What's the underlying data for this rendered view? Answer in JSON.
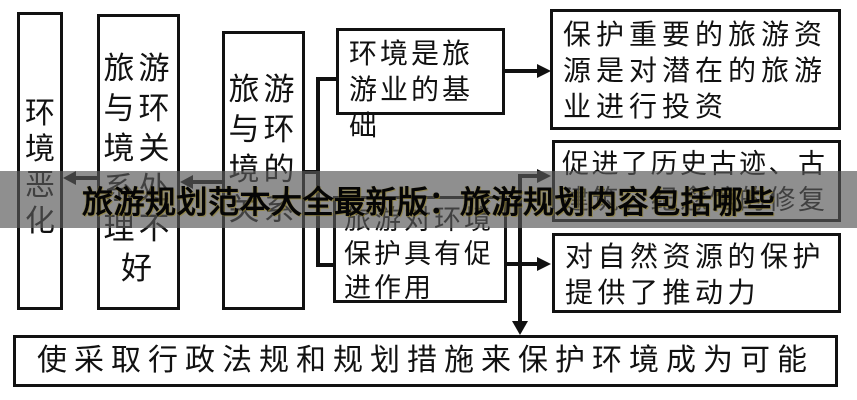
{
  "banner": {
    "text": "旅游规划范本大全最新版：旅游规划内容包括哪些",
    "bg_color": "rgba(88,88,88,0.67)",
    "text_color": "#050505"
  },
  "colors": {
    "line": "#111111",
    "background": "#ffffff",
    "box_border": "#111111"
  },
  "boxes": {
    "env_deterioration": {
      "text": "环境恶化"
    },
    "relation_handled_badly": {
      "text": "旅游与环境关系处理不好"
    },
    "tourism_env_relation": {
      "text": "旅游与环境的关系"
    },
    "env_is_basis": {
      "text": "环境是旅游业的基础"
    },
    "tourism_promotes_protection": {
      "text": "旅游对环境保护具有促进作用"
    },
    "protect_resources_investment": {
      "text": "保护重要的旅游资源是对潜在的旅游业进行投资"
    },
    "promote_monument_restoration": {
      "text": "促进了历史古迹、古建筑、纪念馆的修复"
    },
    "natural_resource_protection": {
      "text": "对自然资源的保护提供了推动力"
    },
    "admin_regulations_possible": {
      "text": "使采取行政法规和规划措施来保护环境成为可能"
    }
  }
}
